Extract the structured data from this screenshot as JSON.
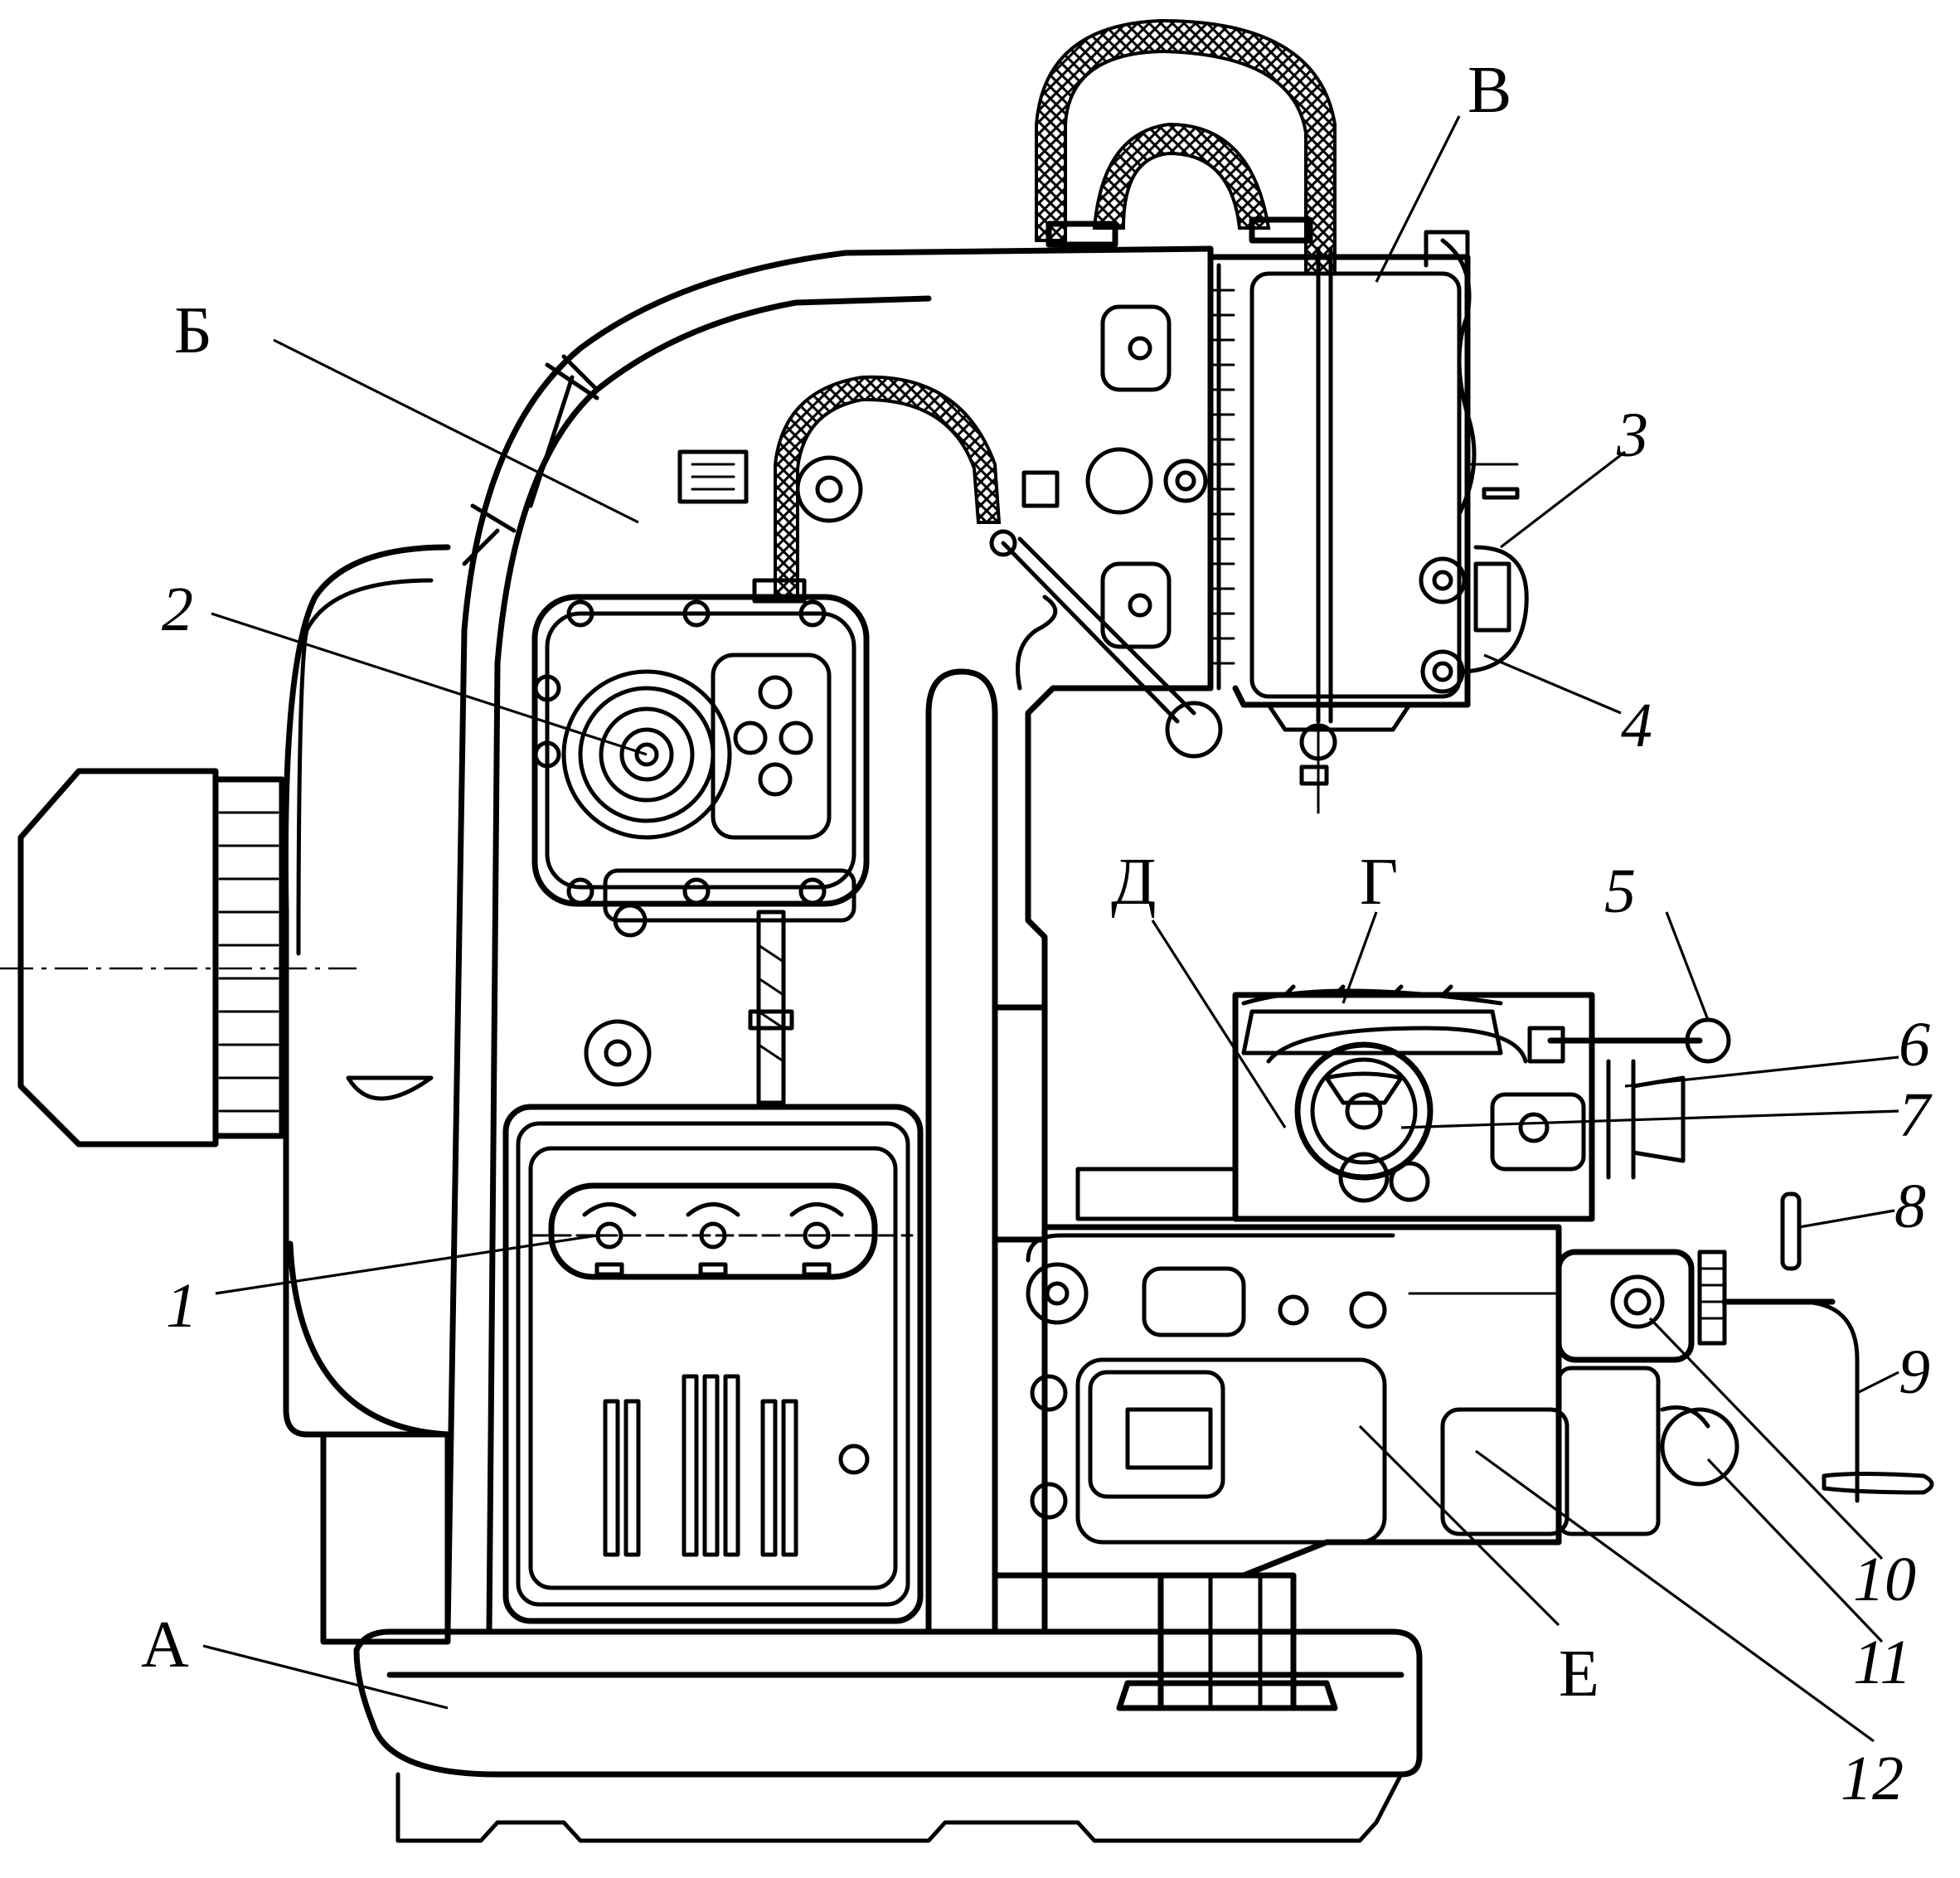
{
  "figure": {
    "letter_labels": [
      {
        "id": "A",
        "text": "А"
      },
      {
        "id": "B",
        "text": "Б"
      },
      {
        "id": "V",
        "text": "В"
      },
      {
        "id": "G",
        "text": "Г"
      },
      {
        "id": "D",
        "text": "Д"
      },
      {
        "id": "E",
        "text": "Е"
      }
    ],
    "number_labels": [
      {
        "id": "n1",
        "text": "1"
      },
      {
        "id": "n2",
        "text": "2"
      },
      {
        "id": "n3",
        "text": "3"
      },
      {
        "id": "n4",
        "text": "4"
      },
      {
        "id": "n5",
        "text": "5"
      },
      {
        "id": "n6",
        "text": "6"
      },
      {
        "id": "n7",
        "text": "7"
      },
      {
        "id": "n8",
        "text": "8"
      },
      {
        "id": "n9",
        "text": "9"
      },
      {
        "id": "n10",
        "text": "10"
      },
      {
        "id": "n11",
        "text": "11"
      },
      {
        "id": "n12",
        "text": "12"
      }
    ]
  },
  "colors": {
    "ink": "#000000",
    "paper": "#ffffff"
  }
}
